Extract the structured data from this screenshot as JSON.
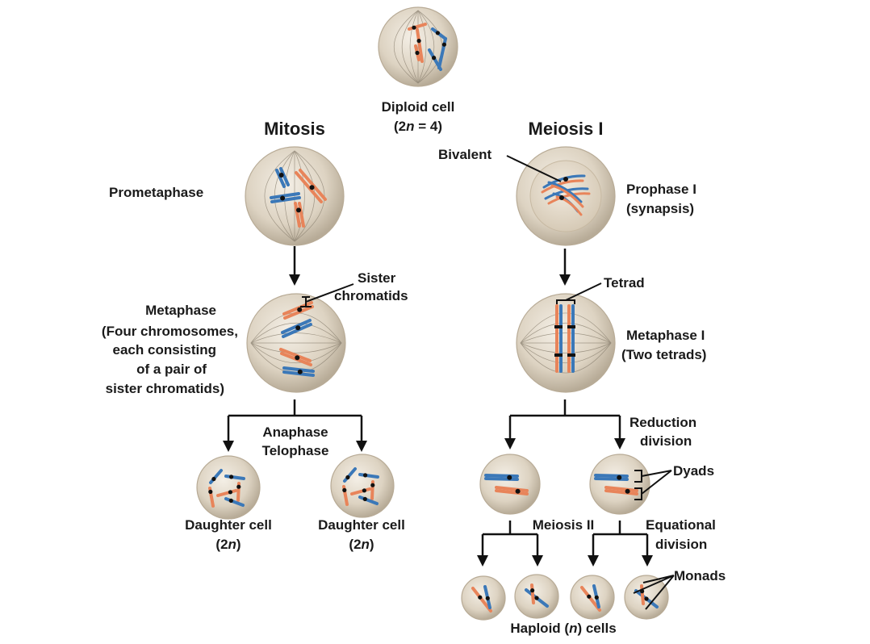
{
  "title": {
    "diploid_line1": "Diploid cell",
    "diploid_line2_prefix": "(2",
    "diploid_line2_n": "n",
    "diploid_line2_suffix": " = 4)"
  },
  "mitosis": {
    "heading": "Mitosis",
    "prometaphase": "Prometaphase",
    "sister_line1": "Sister",
    "sister_line2": "chromatids",
    "metaphase_lines": [
      "Metaphase",
      "(Four chromosomes,",
      "each consisting",
      "of a pair of",
      "sister chromatids)"
    ],
    "anaphase": "Anaphase",
    "telophase": "Telophase",
    "daughter_label": "Daughter cell",
    "daughter_sub_prefix": "(2",
    "daughter_sub_n": "n",
    "daughter_sub_suffix": ")"
  },
  "meiosis": {
    "heading_1": "Meiosis I",
    "bivalent": "Bivalent",
    "prophase_line1": "Prophase I",
    "prophase_line2": "(synapsis)",
    "tetrad": "Tetrad",
    "metaphase_line1": "Metaphase I",
    "metaphase_line2": "(Two tetrads)",
    "reduction_line1": "Reduction",
    "reduction_line2": "division",
    "dyads": "Dyads",
    "heading_2": "Meiosis II",
    "equational_line1": "Equational",
    "equational_line2": "division",
    "monads": "Monads",
    "haploid_prefix": "Haploid (",
    "haploid_n": "n",
    "haploid_suffix": ") cells"
  },
  "colors": {
    "maternal_chromosome": "#e8845a",
    "paternal_chromosome": "#3b78b8",
    "cell_fill": "#ddd3c2",
    "cell_edge": "#b8ab96",
    "spindle": "#8a8070",
    "centromere": "#111111",
    "arrow": "#111111"
  }
}
